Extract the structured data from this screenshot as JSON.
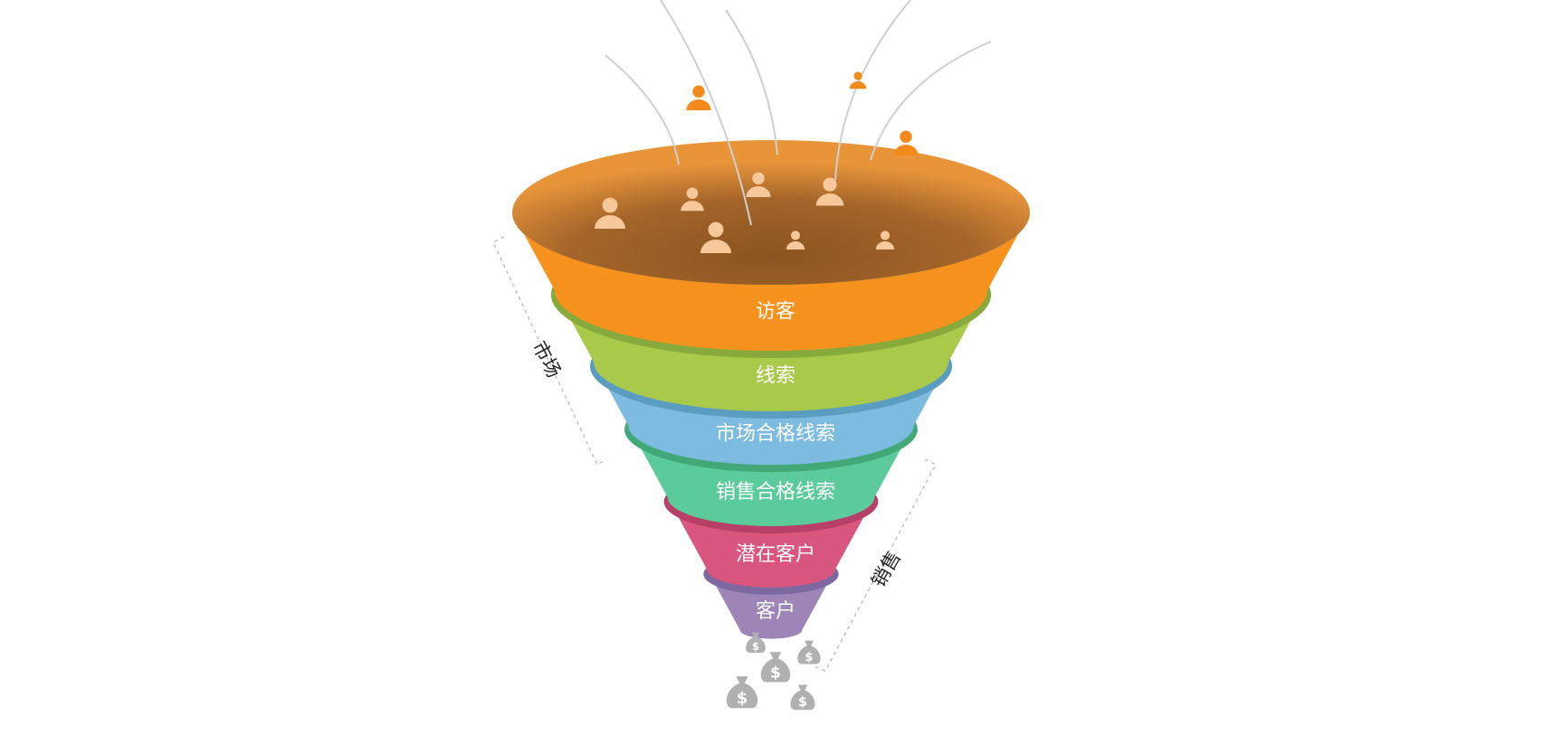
{
  "stages": [
    {
      "label": "访客",
      "color": "#f7921e",
      "rim": "#e5801a"
    },
    {
      "label": "线索",
      "color": "#a8c94a",
      "rim": "#88a93c"
    },
    {
      "label": "市场合格线索",
      "color": "#7dbbe0",
      "rim": "#5a9dc0"
    },
    {
      "label": "销售合格线索",
      "color": "#5ccb9c",
      "rim": "#43a878"
    },
    {
      "label": "潜在客户",
      "color": "#d9577f",
      "rim": "#b83f67"
    },
    {
      "label": "客户",
      "color": "#9d85b8",
      "rim": "#7d69a0"
    }
  ],
  "groups": {
    "market": "市场",
    "sales": "销售"
  },
  "colors": {
    "person_inner": "#f7c99a",
    "person_flying": "#f28a1c",
    "money_bag": "#b0b0b0",
    "trail": "#cfcfcf"
  }
}
